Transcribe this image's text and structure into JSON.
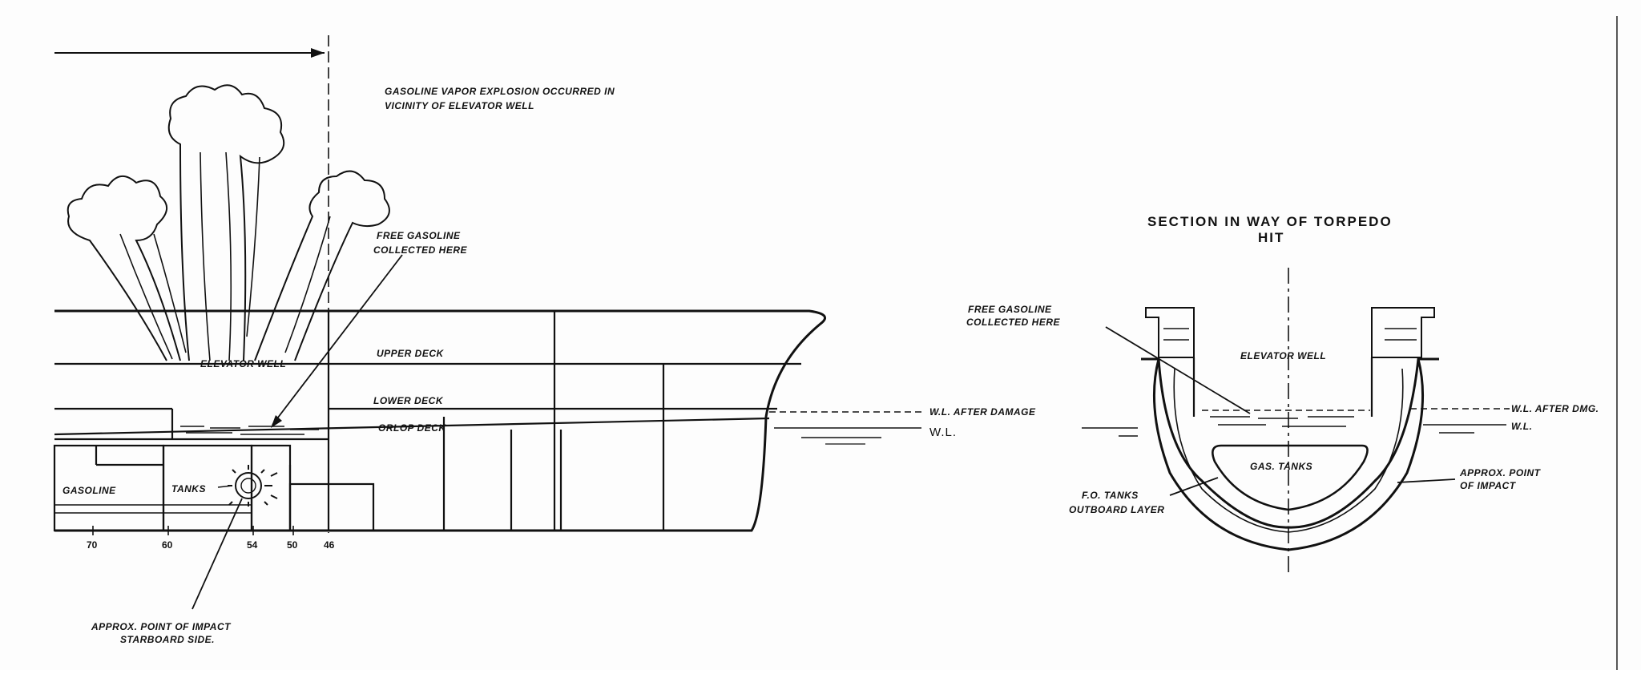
{
  "profile_labels": {
    "explosion_note_line1": "GASOLINE VAPOR EXPLOSION OCCURRED IN",
    "explosion_note_line2": "VICINITY OF ELEVATOR WELL",
    "free_gasoline_line1": "FREE GASOLINE",
    "free_gasoline_line2": "COLLECTED HERE",
    "elevator_well": "ELEVATOR WELL",
    "upper_deck": "UPPER DECK",
    "lower_deck": "LOWER DECK",
    "orlop_deck": "ORLOP DECK",
    "wl_after_damage": "W.L. AFTER DAMAGE",
    "wl": "W.L.",
    "gasoline": "GASOLINE",
    "tanks": "TANKS",
    "impact_line1": "APPROX. POINT OF IMPACT",
    "impact_line2": "STARBOARD SIDE."
  },
  "frame_numbers": [
    "70",
    "60",
    "54",
    "50",
    "46"
  ],
  "section_labels": {
    "title_line1": "SECTION IN WAY OF TORPEDO",
    "title_line2": "HIT",
    "free_gasoline_line1": "FREE GASOLINE",
    "free_gasoline_line2": "COLLECTED HERE",
    "elevator_well": "ELEVATOR WELL",
    "gas_tanks": "GAS. TANKS",
    "wl_after_damage": "W.L. AFTER DMG.",
    "wl": "W.L.",
    "fo_tanks_line1": "F.O. TANKS",
    "fo_tanks_line2": "OUTBOARD LAYER",
    "impact_line1": "APPROX. POINT",
    "impact_line2": "OF IMPACT"
  },
  "colors": {
    "ink": "#111111",
    "paper": "#fdfdfd"
  }
}
